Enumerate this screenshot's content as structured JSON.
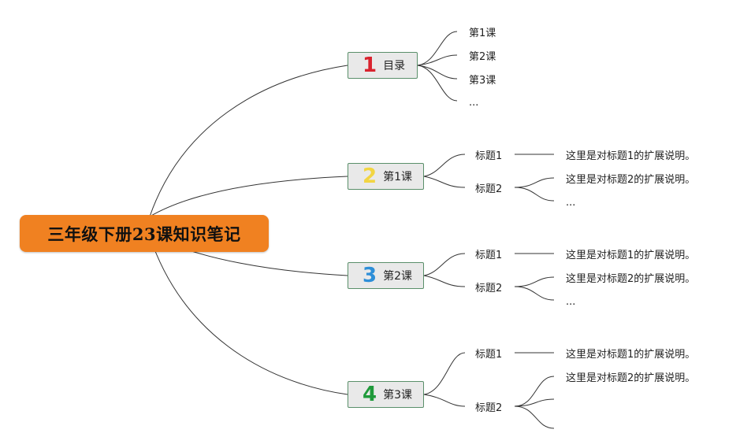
{
  "root": {
    "title": "三年级下册23课知识笔记",
    "color": "#f08121"
  },
  "branches": [
    {
      "number": "1",
      "number_color": "#d9232e",
      "label": "目录",
      "children": [
        {
          "label": "第1课"
        },
        {
          "label": "第2课"
        },
        {
          "label": "第3课"
        },
        {
          "label": "..."
        }
      ]
    },
    {
      "number": "2",
      "number_color": "#f2d542",
      "label": "第1课",
      "children": [
        {
          "label": "标题1",
          "details": [
            "这里是对标题1的扩展说明。"
          ]
        },
        {
          "label": "标题2",
          "details": [
            "这里是对标题2的扩展说明。",
            "..."
          ]
        }
      ]
    },
    {
      "number": "3",
      "number_color": "#2e8fd8",
      "label": "第2课",
      "children": [
        {
          "label": "标题1",
          "details": [
            "这里是对标题1的扩展说明。"
          ]
        },
        {
          "label": "标题2",
          "details": [
            "这里是对标题2的扩展说明。",
            "..."
          ]
        }
      ]
    },
    {
      "number": "4",
      "number_color": "#1f9a3b",
      "label": "第3课",
      "children": [
        {
          "label": "标题1",
          "details": [
            "这里是对标题1的扩展说明。"
          ]
        },
        {
          "label": "标题2",
          "details": [
            "这里是对标题2的扩展说明。",
            "",
            ""
          ]
        }
      ]
    }
  ],
  "colors": {
    "connector": "#333333",
    "box_fill": "#e9e9e9",
    "box_border": "#5a8f6a"
  }
}
